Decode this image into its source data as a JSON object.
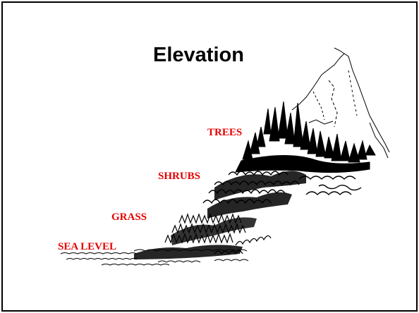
{
  "slide": {
    "title": "Elevation",
    "labels": [
      {
        "id": "trees",
        "text": "TREES"
      },
      {
        "id": "shrubs",
        "text": "SHRUBS"
      },
      {
        "id": "grass",
        "text": "GRASS"
      },
      {
        "id": "sea_level",
        "text": "SEA LEVEL"
      }
    ]
  },
  "colors": {
    "label": "#e60000",
    "ink": "#000000",
    "background": "#ffffff"
  }
}
